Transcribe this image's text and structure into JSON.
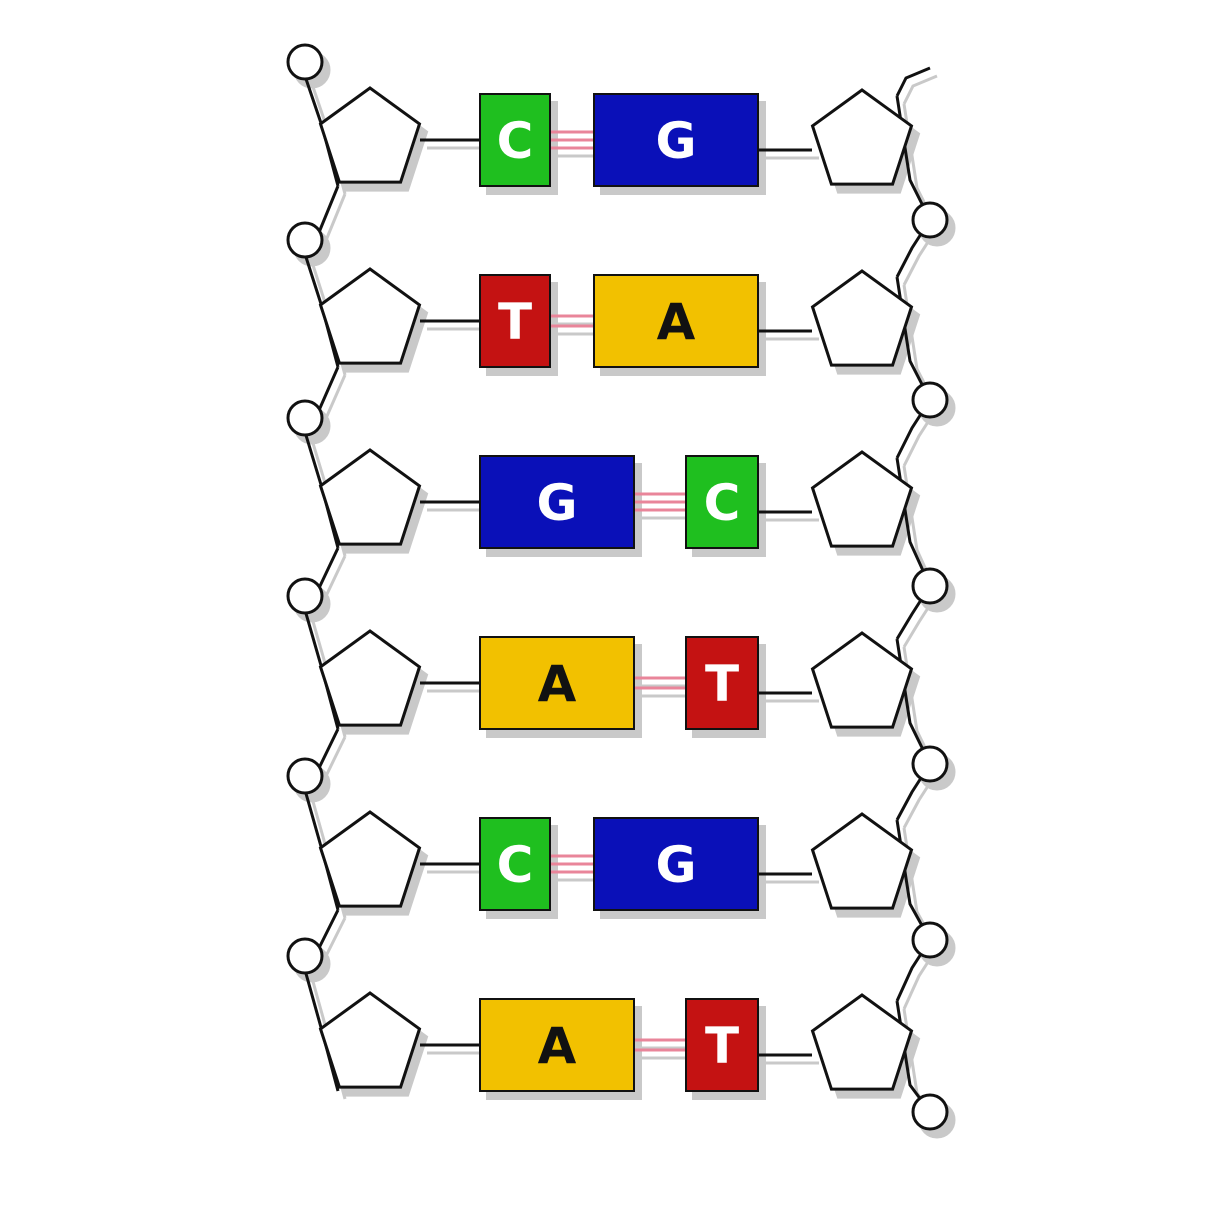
{
  "colors": {
    "A": "#f2c100",
    "T": "#c41212",
    "G": "#0a10b8",
    "C": "#1fbf1f",
    "hbond": "#e9859a",
    "outline": "#111111"
  },
  "label_colors": {
    "A": "#111111",
    "T": "#ffffff",
    "G": "#ffffff",
    "C": "#ffffff"
  },
  "pairs": [
    {
      "left": "C",
      "right": "G"
    },
    {
      "left": "T",
      "right": "A"
    },
    {
      "left": "G",
      "right": "C"
    },
    {
      "left": "A",
      "right": "T"
    },
    {
      "left": "C",
      "right": "G"
    },
    {
      "left": "A",
      "right": "T"
    }
  ]
}
